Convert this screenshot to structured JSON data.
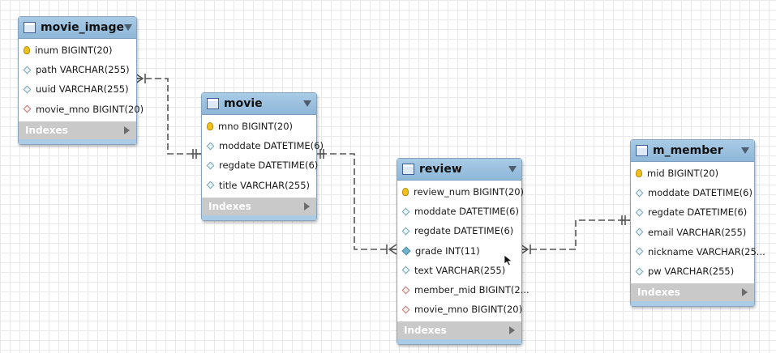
{
  "tables": [
    {
      "id": "movie_image",
      "title": "movie_image",
      "indexes_label": "Indexes",
      "columns": [
        {
          "kind": "pk",
          "text": "inum BIGINT(20)"
        },
        {
          "kind": "col",
          "text": "path VARCHAR(255)"
        },
        {
          "kind": "col",
          "text": "uuid VARCHAR(255)"
        },
        {
          "kind": "fk",
          "text": "movie_mno BIGINT(20)"
        }
      ]
    },
    {
      "id": "movie",
      "title": "movie",
      "indexes_label": "Indexes",
      "columns": [
        {
          "kind": "pk",
          "text": "mno BIGINT(20)"
        },
        {
          "kind": "col",
          "text": "moddate DATETIME(6)"
        },
        {
          "kind": "col",
          "text": "regdate DATETIME(6)"
        },
        {
          "kind": "col",
          "text": "title VARCHAR(255)"
        }
      ]
    },
    {
      "id": "review",
      "title": "review",
      "indexes_label": "Indexes",
      "columns": [
        {
          "kind": "pk",
          "text": "review_num BIGINT(20)"
        },
        {
          "kind": "col",
          "text": "moddate DATETIME(6)"
        },
        {
          "kind": "col",
          "text": "regdate DATETIME(6)"
        },
        {
          "kind": "nn",
          "text": "grade INT(11)"
        },
        {
          "kind": "col",
          "text": "text VARCHAR(255)"
        },
        {
          "kind": "fk",
          "text": "member_mid BIGINT(2..."
        },
        {
          "kind": "fk",
          "text": "movie_mno BIGINT(20)"
        }
      ]
    },
    {
      "id": "m_member",
      "title": "m_member",
      "indexes_label": "Indexes",
      "columns": [
        {
          "kind": "pk",
          "text": "mid BIGINT(20)"
        },
        {
          "kind": "col",
          "text": "moddate DATETIME(6)"
        },
        {
          "kind": "col",
          "text": "regdate DATETIME(6)"
        },
        {
          "kind": "col",
          "text": "email VARCHAR(255)"
        },
        {
          "kind": "col",
          "text": "nickname VARCHAR(25..."
        },
        {
          "kind": "col",
          "text": "pw VARCHAR(255)"
        }
      ]
    }
  ],
  "relationships": [
    {
      "from": "movie_image",
      "to": "movie",
      "from_end": "many",
      "to_end": "one"
    },
    {
      "from": "review",
      "to": "movie",
      "from_end": "many",
      "to_end": "one"
    },
    {
      "from": "review",
      "to": "m_member",
      "from_end": "many",
      "to_end": "one"
    }
  ],
  "colors": {
    "header": "#9dc3e2",
    "indexes_bar": "#c9c9c9",
    "line": "#555555"
  },
  "cursor": "arrow-cursor-icon"
}
